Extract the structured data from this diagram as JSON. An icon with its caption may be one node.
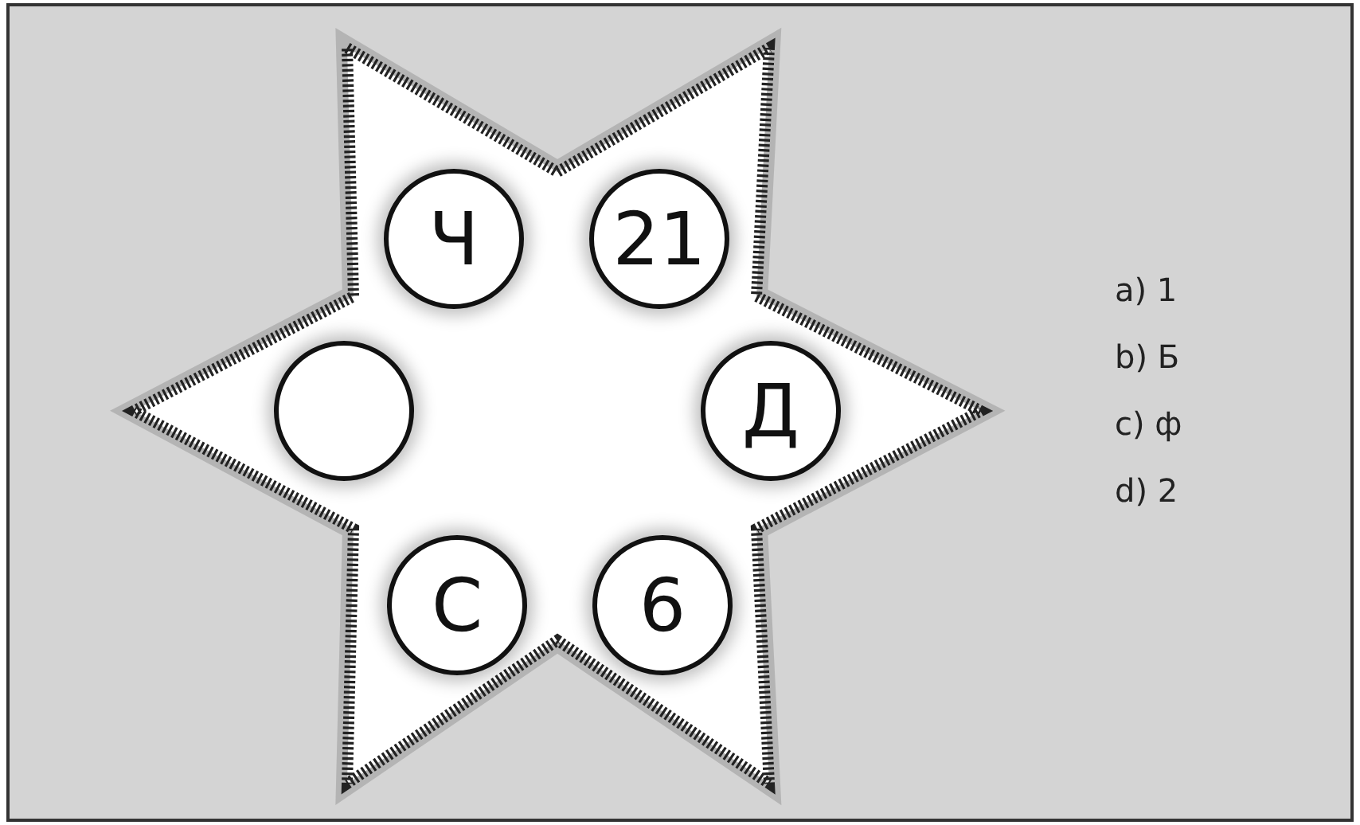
{
  "diagram": {
    "nodes": [
      {
        "text": [],
        "shape": "star"
      },
      {
        "text": [
          "Ч"
        ],
        "in": 0
      },
      {
        "text": [
          "21"
        ],
        "in": 0
      },
      {
        "text": [],
        "shape": "circle",
        "in": 0
      },
      {
        "text": [
          "Д"
        ],
        "in": 0
      },
      {
        "text": [
          "С"
        ],
        "in": 0
      },
      {
        "text": [
          "6"
        ],
        "in": 0
      }
    ],
    "edges": [],
    "labels": [
      "a) 1",
      "b) Б",
      "c) ф",
      "d) 2"
    ]
  }
}
